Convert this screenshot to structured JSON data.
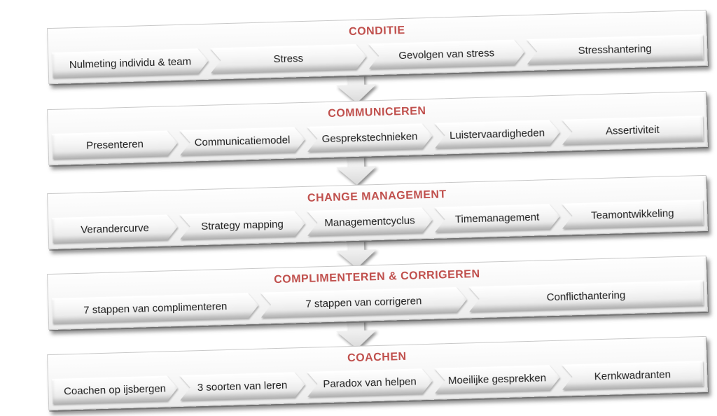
{
  "colors": {
    "title_red": "#C0504D",
    "item_text": "#1C1C1C",
    "band_fill": "#F5F5F5"
  },
  "bands": [
    {
      "title": "CONDITIE",
      "items": [
        "Nulmeting individu & team",
        "Stress",
        "Gevolgen van stress",
        "Stresshantering"
      ]
    },
    {
      "title": "COMMUNICEREN",
      "items": [
        "Presenteren",
        "Communicatiemodel",
        "Gesprekstechnieken",
        "Luistervaardigheden",
        "Assertiviteit"
      ]
    },
    {
      "title": "CHANGE MANAGEMENT",
      "items": [
        "Verandercurve",
        "Strategy mapping",
        "Managementcyclus",
        "Timemanagement",
        "Teamontwikkeling"
      ]
    },
    {
      "title": "COMPLIMENTEREN & CORRIGEREN",
      "items": [
        "7 stappen van complimenteren",
        "7 stappen van corrigeren",
        "Conflicthantering"
      ]
    },
    {
      "title": "COACHEN",
      "items": [
        "Coachen op ijsbergen",
        "3 soorten van leren",
        "Paradox van helpen",
        "Moeilijke gesprekken",
        "Kernkwadranten"
      ]
    }
  ]
}
